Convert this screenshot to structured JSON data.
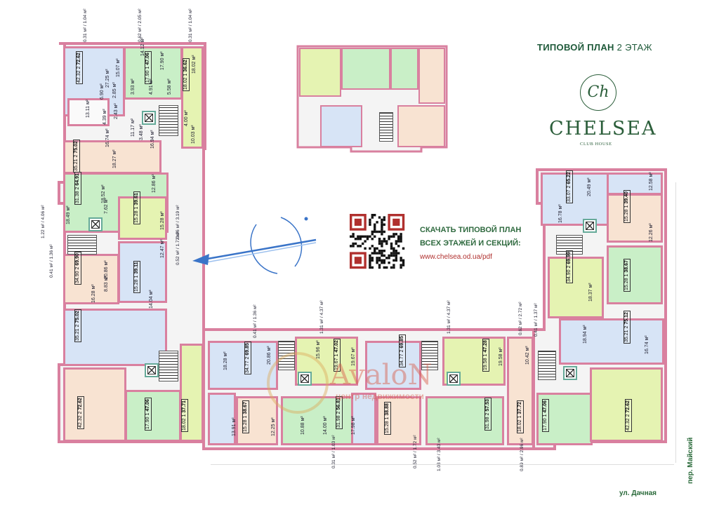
{
  "header": {
    "title_bold": "ТИПОВОЙ ПЛАН",
    "title_rest": "2 ЭТАЖ"
  },
  "logo": {
    "monogram": "Ch",
    "name": "CHELSEA",
    "subtitle": "CLUB HOUSE"
  },
  "download": {
    "line1": "СКАЧАТЬ ТИПОВОЙ ПЛАН",
    "line2": "ВСЕХ ЭТАЖЕЙ И СЕКЦИЙ:",
    "url": "www.chelsea.od.ua/pdf",
    "icon": "qr-code-icon"
  },
  "streets": {
    "bottom": "ул. Дачная",
    "right": "пер. Майский"
  },
  "watermark": {
    "name": "AvaloN",
    "tagline": "центр недвижимости"
  },
  "colors": {
    "wall": "#d9809f",
    "blue": "#d7e4f6",
    "green": "#c9efc7",
    "yellow": "#e5f3b2",
    "peach": "#f8e3d2",
    "brand": "#2b5e3a",
    "url": "#b0302e"
  },
  "apartments": [
    {
      "living": "42.32",
      "rooms": "2",
      "total": "72.62"
    },
    {
      "living": "17.90",
      "rooms": "1",
      "total": "47.06"
    },
    {
      "living": "18.02",
      "rooms": "1",
      "total": "36.62"
    },
    {
      "living": "35.21",
      "rooms": "2",
      "total": "75.02"
    },
    {
      "living": "31.38",
      "rooms": "2",
      "total": "64.91"
    },
    {
      "living": "15.28",
      "rooms": "1",
      "total": "39.61"
    },
    {
      "living": "34.90",
      "rooms": "2",
      "total": "69.90"
    },
    {
      "living": "15.28",
      "rooms": "1",
      "total": "39.11"
    },
    {
      "living": "35.21",
      "rooms": "2",
      "total": "75.02"
    },
    {
      "living": "42.32",
      "rooms": "2",
      "total": "72.62"
    },
    {
      "living": "17.90",
      "rooms": "1",
      "total": "47.06"
    },
    {
      "living": "18.02",
      "rooms": "1",
      "total": "37.71"
    },
    {
      "living": "34.77",
      "rooms": "2",
      "total": "69.85"
    },
    {
      "living": "15.28",
      "rooms": "1",
      "total": "38.67"
    },
    {
      "living": "19.67",
      "rooms": "1",
      "total": "47.02"
    },
    {
      "living": "31.98",
      "rooms": "2",
      "total": "56.81"
    },
    {
      "living": "34.77",
      "rooms": "2",
      "total": "69.85"
    },
    {
      "living": "15.28",
      "rooms": "1",
      "total": "38.88"
    },
    {
      "living": "19.58",
      "rooms": "1",
      "total": "47.28"
    },
    {
      "living": "31.98",
      "rooms": "2",
      "total": "57.53"
    },
    {
      "living": "18.02",
      "rooms": "1",
      "total": "37.72"
    },
    {
      "living": "17.90",
      "rooms": "1",
      "total": "47.06"
    },
    {
      "living": "42.32",
      "rooms": "2",
      "total": "72.62"
    },
    {
      "living": "33.07",
      "rooms": "2",
      "total": "65.22"
    },
    {
      "living": "15.28",
      "rooms": "1",
      "total": "39.40"
    },
    {
      "living": "34.90",
      "rooms": "2",
      "total": "69.99"
    },
    {
      "living": "15.28",
      "rooms": "1",
      "total": "38.67"
    },
    {
      "living": "35.21",
      "rooms": "2",
      "total": "75.12"
    }
  ],
  "rooms": [
    "27.25 м²",
    "15.07 м²",
    "14.12 м²",
    "17.90 м²",
    "18.02 м²",
    "13.11 м²",
    "6.90 м²",
    "2.85 м²",
    "3.93 м²",
    "4.91 м²",
    "5.58 м²",
    "4.39 м²",
    "2.43 м²",
    "11.17 м²",
    "3.48 м²",
    "4.00 м²",
    "10.03 м²",
    "16.74 м²",
    "18.27 м²",
    "16.94 м²",
    "18.52 м²",
    "12.86 м²",
    "18.49 м²",
    "7.62 м²",
    "15.28 м²",
    "12.47 м²",
    "20.86 м²",
    "8.83 м²",
    "16.28 м²",
    "14.04 м²",
    "18.28 м²",
    "20.86 м²",
    "13.91 м²",
    "12.25 м²",
    "15.96 м²",
    "19.67 м²",
    "10.88 м²",
    "14.00 м²",
    "17.98 м²",
    "19.58 м²",
    "10.42 м²",
    "20.49 м²",
    "12.58 м²",
    "16.78 м²",
    "12.26 м²",
    "18.37 м²",
    "18.94 м²",
    "16.74 м²"
  ],
  "balconies": [
    "0.31 м² / 1.04 м²",
    "0.62 м² / 2.05 м²",
    "0.31 м² / 1.04 м²",
    "0.96 м² / 3.19 м²",
    "0.52 м² / 1.72 м²",
    "0.41 м² / 1.36 м²",
    "1.31 м² / 4.37 м²",
    "0.41 м² / 1.36 м²",
    "1.31 м² / 4.37 м²",
    "0.62 м² / 2.72 м²",
    "0.89 м² / 2.96 м²",
    "1.03 м² / 3.43 м²",
    "1.22 м² / 4.06 м²",
    "0.41 м² / 1.37 м²",
    "0.31 м² / 1.03 м²",
    "0.52 м² / 1.72 м²"
  ]
}
